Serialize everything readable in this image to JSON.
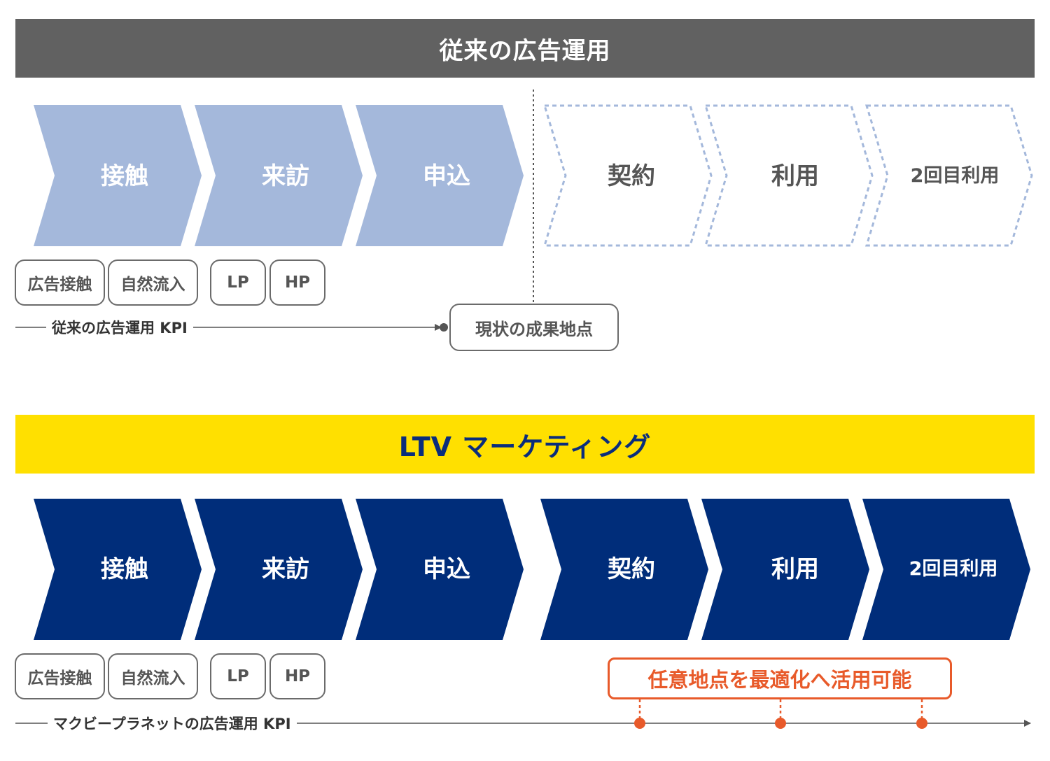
{
  "top": {
    "title": "従来の広告運用",
    "steps": [
      "接触",
      "来訪",
      "申込",
      "契約",
      "利用",
      "2回目利用"
    ],
    "chips": [
      "広告接触",
      "自然流入",
      "LP",
      "HP"
    ],
    "kpi_label": "従来の広告運用 KPI",
    "result_label": "現状の成果地点"
  },
  "bottom": {
    "title": "LTV マーケティング",
    "steps": [
      "接触",
      "来訪",
      "申込",
      "契約",
      "利用",
      "2回目利用"
    ],
    "chips": [
      "広告接触",
      "自然流入",
      "LP",
      "HP"
    ],
    "kpi_label": "マクビープラネットの広告運用 KPI",
    "optimize_label": "任意地点を最適化へ活用可能"
  },
  "colors": {
    "top_banner": "#616161",
    "ltv_banner": "#ffe000",
    "ltv_text": "#0a2d7c",
    "light_chevron": "#a4b8db",
    "dark_chevron": "#002d7a",
    "dashed_outline": "#a4b8db",
    "accent_orange": "#e85a2a"
  }
}
